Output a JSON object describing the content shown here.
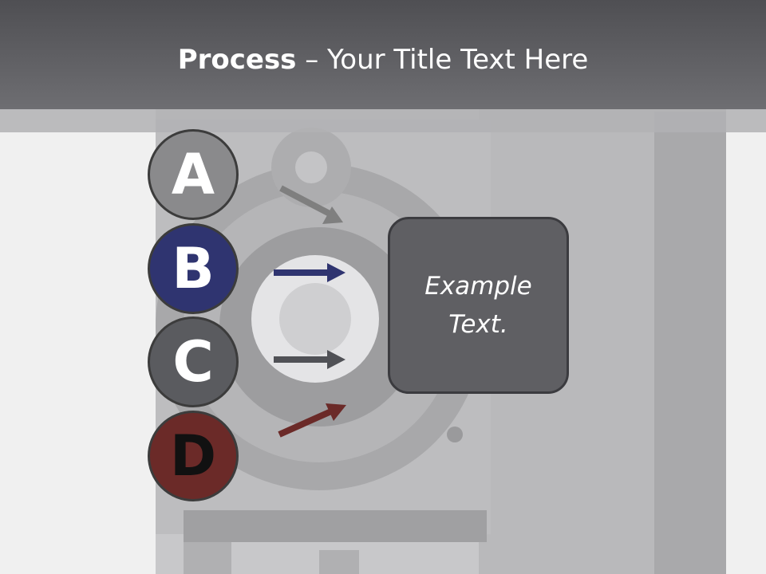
{
  "slide": {
    "title_bold": "Process",
    "title_rest": " – Your Title Text Here",
    "box_text": "Example\nText."
  },
  "steps": [
    {
      "letter": "A",
      "fill": "#8a8a8c",
      "text_color": "#ffffff",
      "arrow_color": "#7f7f7f"
    },
    {
      "letter": "B",
      "fill": "#2f3470",
      "text_color": "#ffffff",
      "arrow_color": "#2f3470"
    },
    {
      "letter": "C",
      "fill": "#5a5b5f",
      "text_color": "#ffffff",
      "arrow_color": "#505156"
    },
    {
      "letter": "D",
      "fill": "#6b2a28",
      "text_color": "#111111",
      "arrow_color": "#6b2a28"
    }
  ],
  "background": {
    "image": "vintage-camera-photo"
  }
}
